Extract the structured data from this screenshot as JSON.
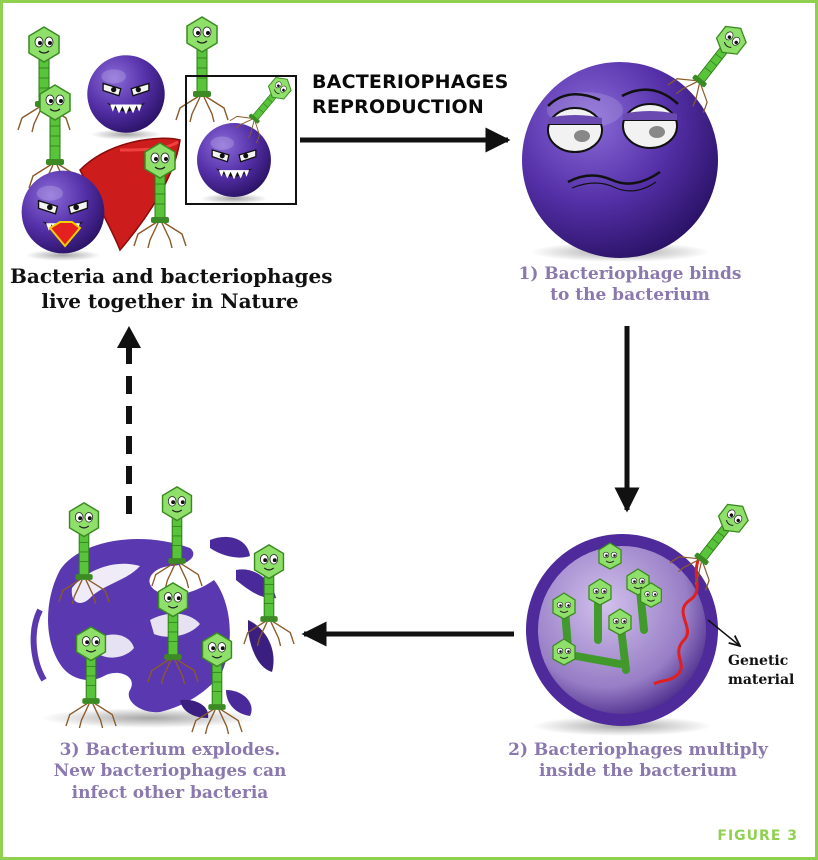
{
  "title": {
    "line1": "BACTERIOPHAGES",
    "line2": "REPRODUCTION"
  },
  "steps": {
    "nature": {
      "line1": "Bacteria and bacteriophages",
      "line2": "live together in Nature"
    },
    "step1": {
      "line1": "1) Bacteriophage binds",
      "line2": "to the bacterium"
    },
    "step2": {
      "line1": "2) Bacteriophages multiply",
      "line2": "inside the bacterium"
    },
    "step3": {
      "line1": "3) Bacterium explodes.",
      "line2": "New bacteriophages can",
      "line3": "infect other bacteria"
    }
  },
  "annotation": {
    "line1": "Genetic",
    "line2": "material"
  },
  "figure_label": "FIGURE 3",
  "colors": {
    "frame": "#8fd14f",
    "figure_label": "#8fd14f",
    "step_text": "#8a78ae",
    "bacterium": "#5a3aa8",
    "phage": "#6fd63d",
    "cape": "#d62020",
    "genetic_material": "#e02020"
  }
}
